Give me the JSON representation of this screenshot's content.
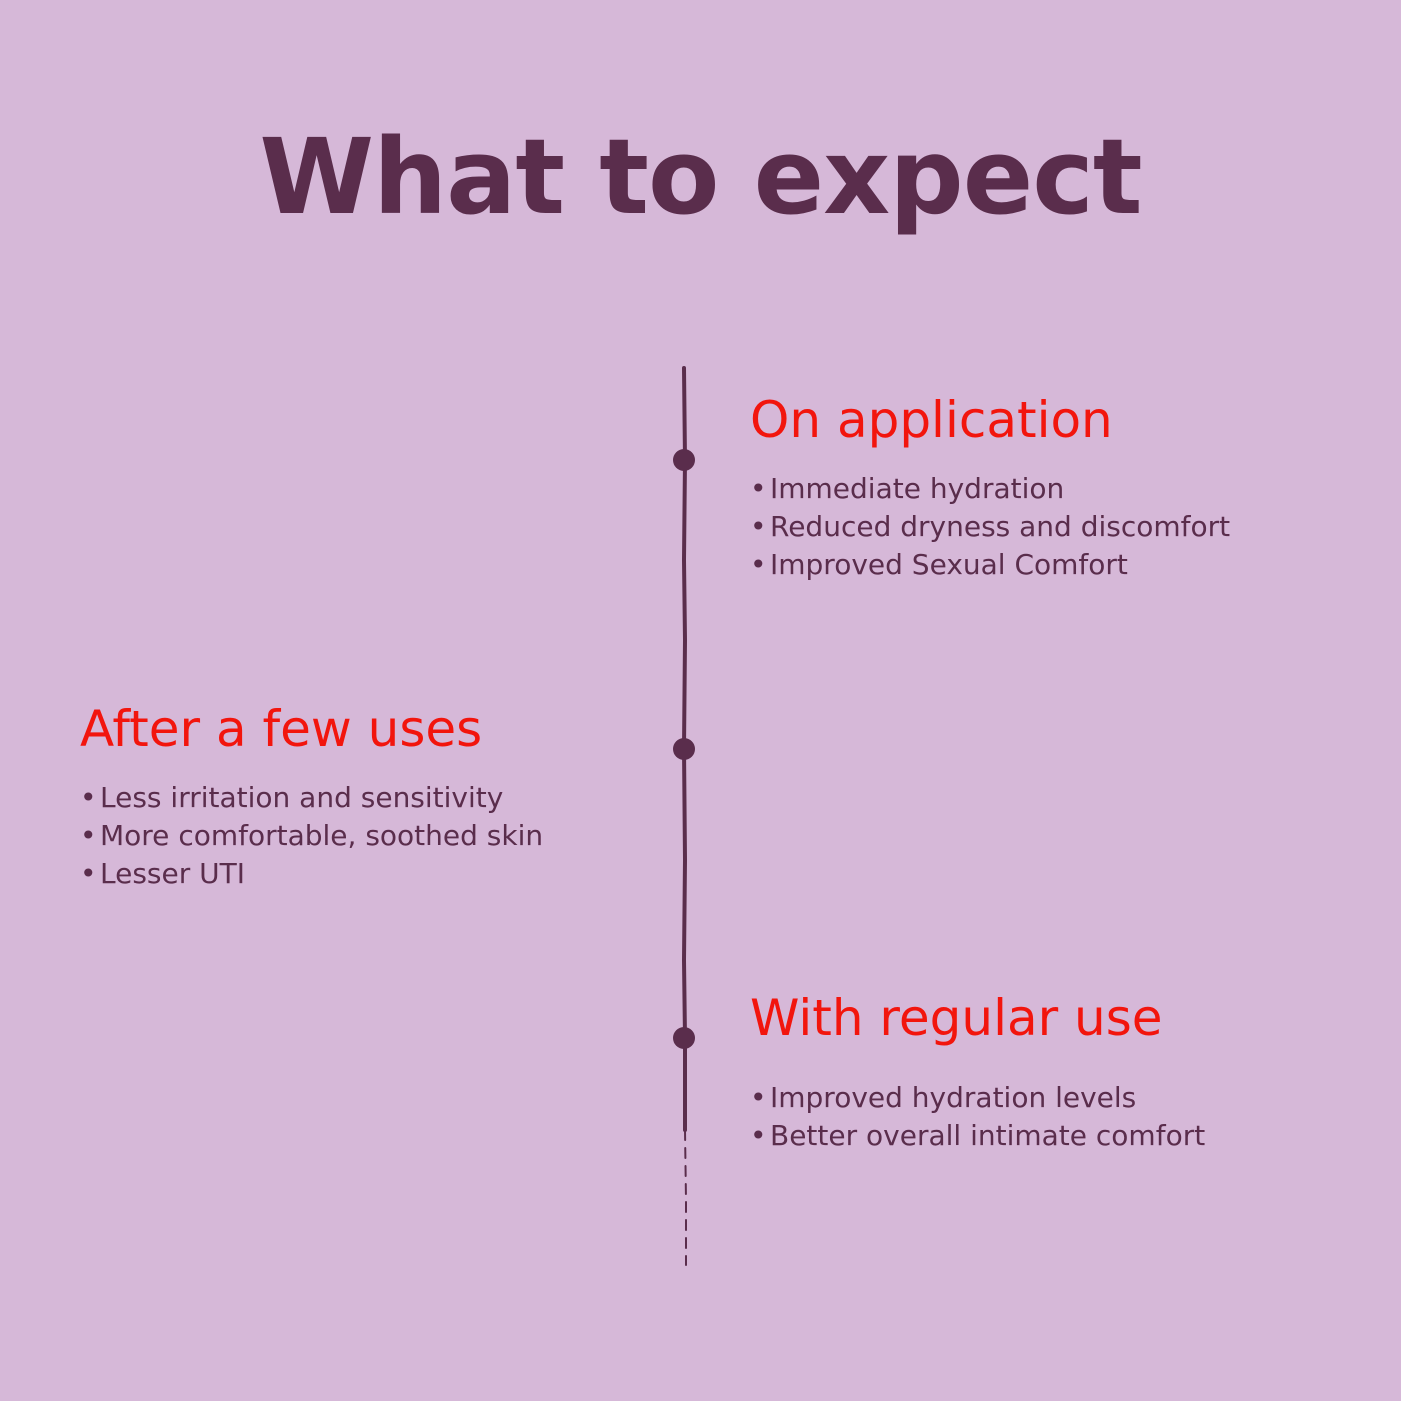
{
  "title": "What to expect",
  "colors": {
    "background": "#d6b8d8",
    "title": "#5a2d4c",
    "heading": "#f2150d",
    "text": "#5a2d4c",
    "line": "#5a2d4c"
  },
  "bullet": "•",
  "stages": [
    {
      "heading": "On application",
      "items": [
        "Immediate hydration",
        "Reduced dryness and discomfort",
        "Improved Sexual Comfort"
      ]
    },
    {
      "heading": "After a few uses",
      "items": [
        "Less irritation and sensitivity",
        "More comfortable, soothed skin",
        "Lesser UTI"
      ]
    },
    {
      "heading": "With regular use",
      "items": [
        "Improved hydration levels",
        "Better overall intimate comfort"
      ]
    }
  ]
}
